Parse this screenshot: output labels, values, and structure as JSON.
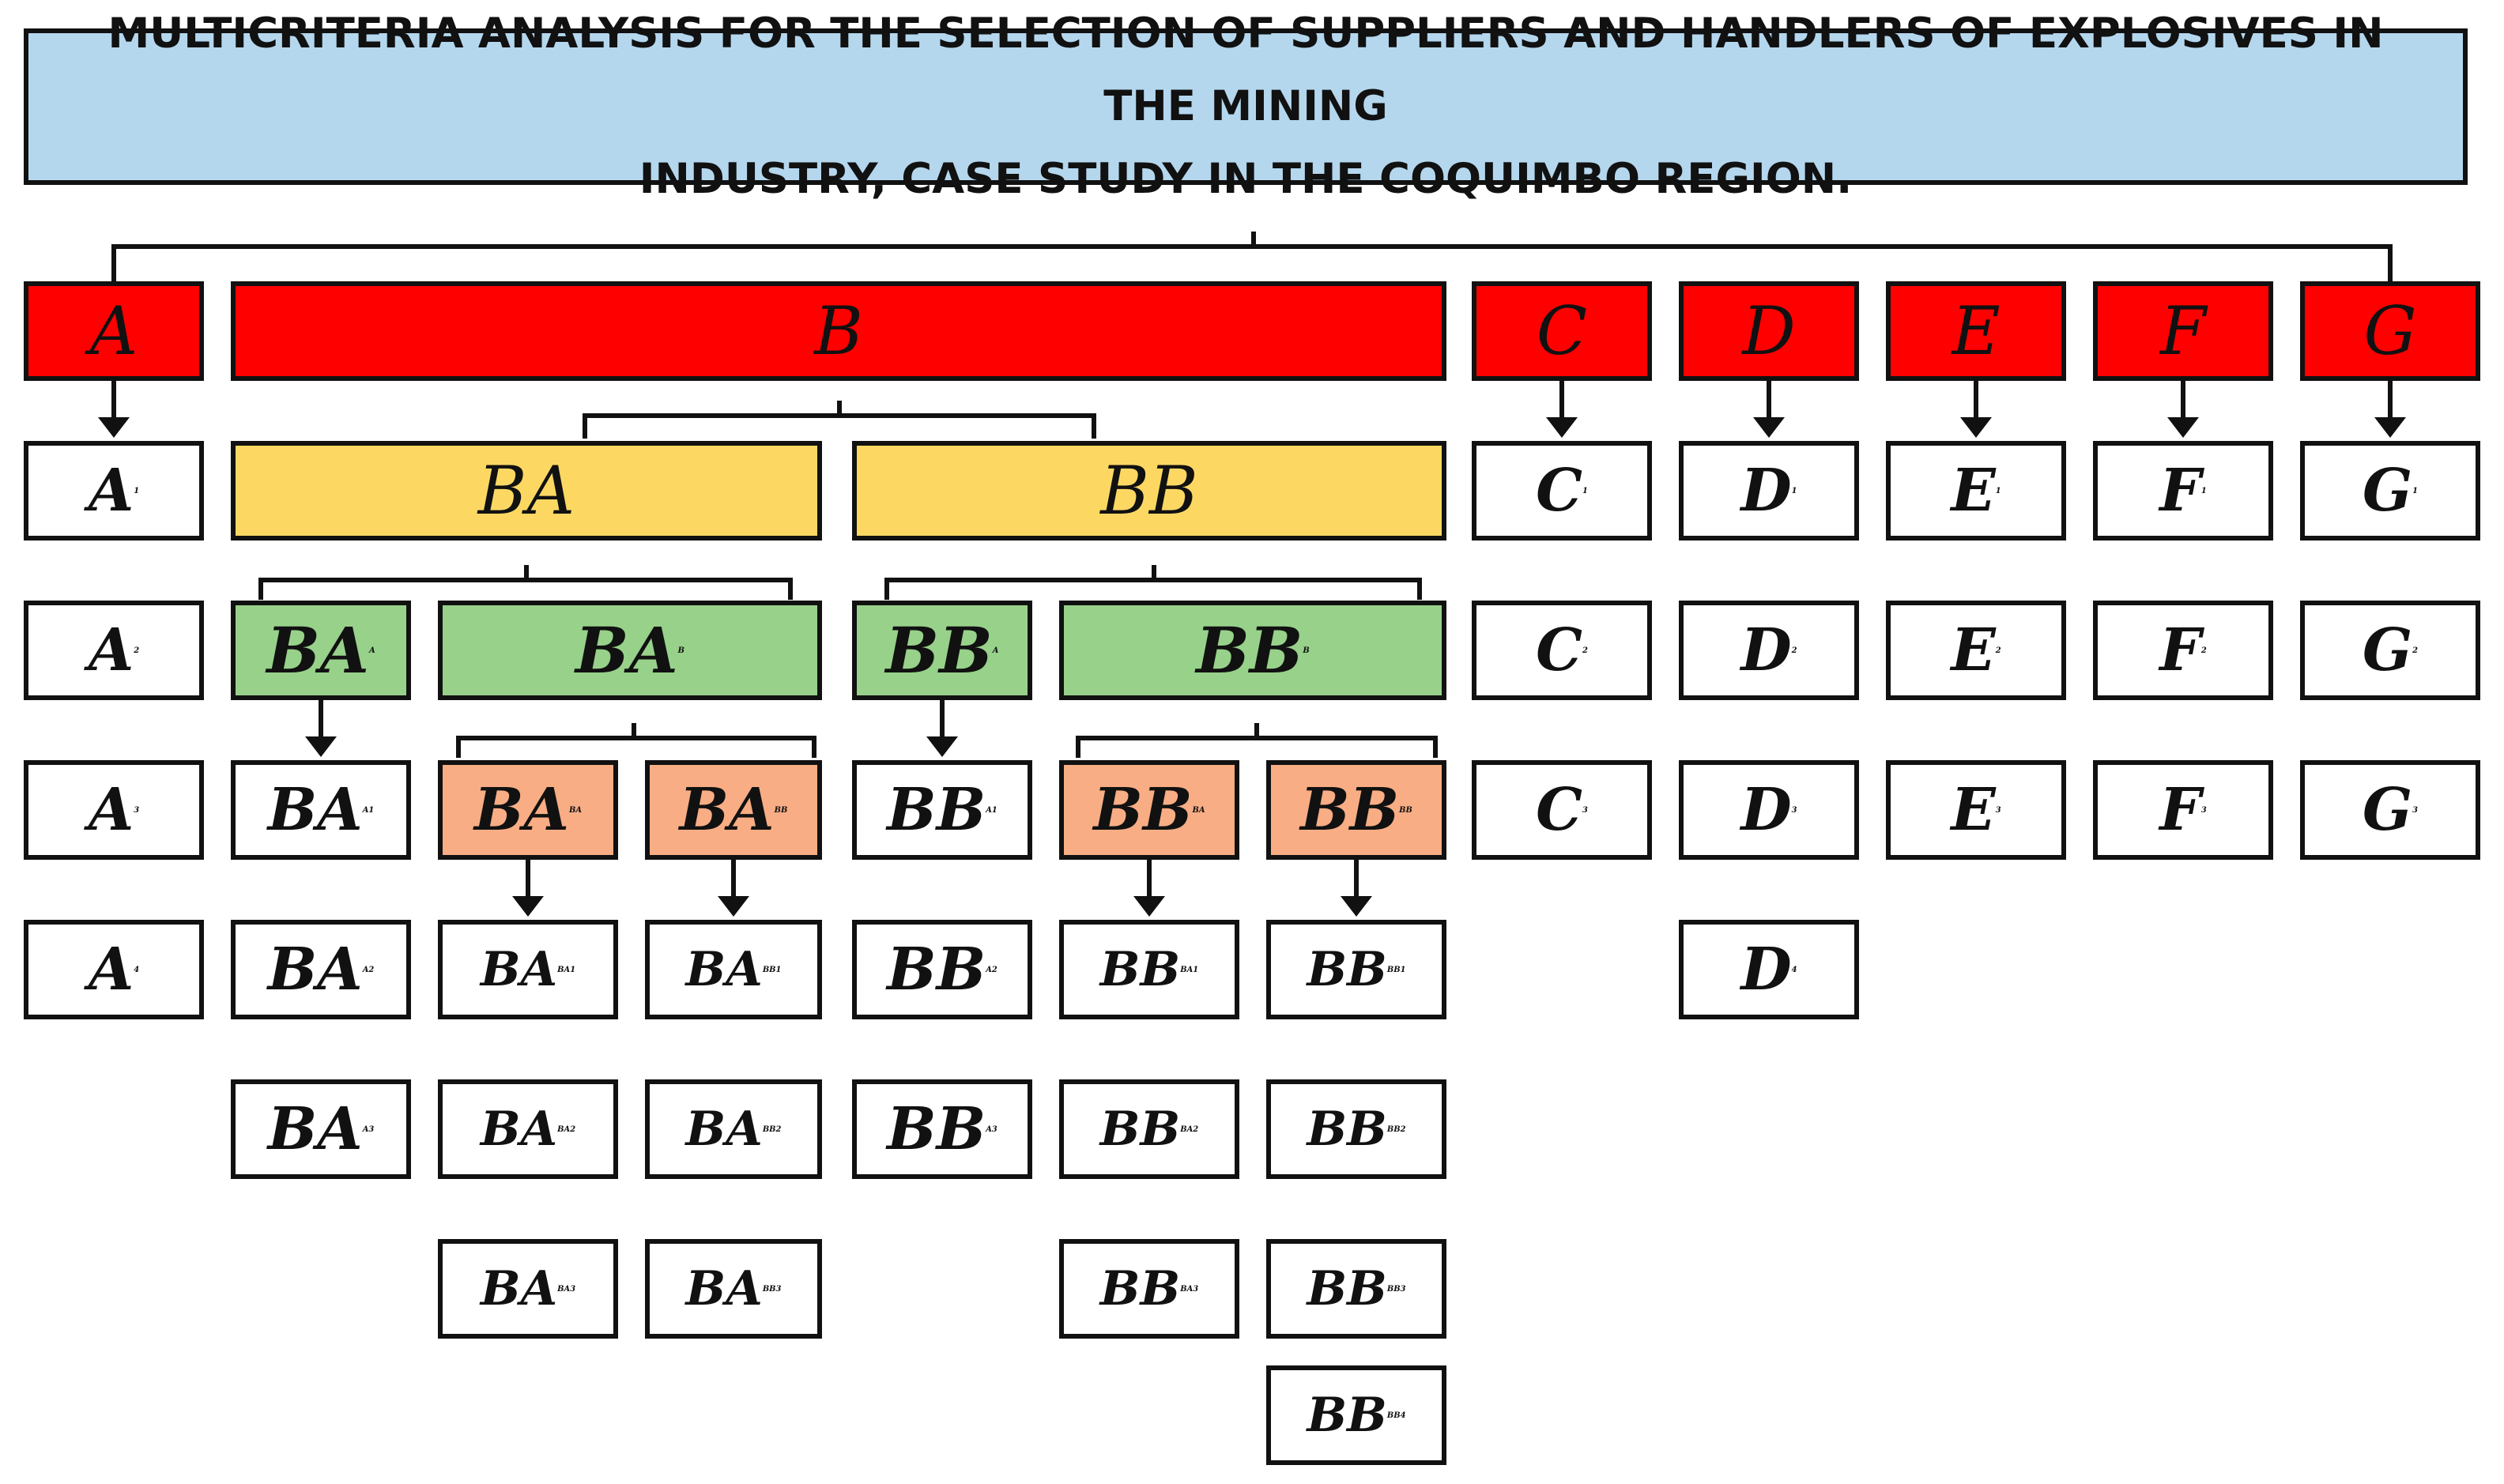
{
  "title": {
    "line1": "MULTICRITERIA ANALYSIS FOR THE SELECTION OF SUPPLIERS AND HANDLERS OF EXPLOSIVES IN THE MINING",
    "line2": "INDUSTRY, CASE STUDY IN THE COQUIMBO REGION."
  },
  "colors": {
    "title_fill": "#b4d7ee",
    "criteria_fill": "#ff0000",
    "level2_fill": "#fcd863",
    "level3_fill": "#97d18a",
    "level4_fill": "#f8ad84",
    "leaf_fill": "#ffffff"
  },
  "nodes": {
    "A": {
      "main": "A",
      "sub": ""
    },
    "B": {
      "main": "B",
      "sub": ""
    },
    "C": {
      "main": "C",
      "sub": ""
    },
    "D": {
      "main": "D",
      "sub": ""
    },
    "E": {
      "main": "E",
      "sub": ""
    },
    "F": {
      "main": "F",
      "sub": ""
    },
    "G": {
      "main": "G",
      "sub": ""
    },
    "BA": {
      "main": "BA",
      "sub": ""
    },
    "BB": {
      "main": "BB",
      "sub": ""
    },
    "BAA": {
      "main": "BA",
      "sub": "A"
    },
    "BAB": {
      "main": "BA",
      "sub": "B"
    },
    "BBA": {
      "main": "BB",
      "sub": "A"
    },
    "BBB": {
      "main": "BB",
      "sub": "B"
    },
    "BABA": {
      "main": "BA",
      "sub": "BA"
    },
    "BABB": {
      "main": "BA",
      "sub": "BB"
    },
    "BBBA": {
      "main": "BB",
      "sub": "BA"
    },
    "BBBB": {
      "main": "BB",
      "sub": "BB"
    },
    "A1": {
      "main": "A",
      "sub": "1"
    },
    "A2": {
      "main": "A",
      "sub": "2"
    },
    "A3": {
      "main": "A",
      "sub": "3"
    },
    "A4": {
      "main": "A",
      "sub": "4"
    },
    "BAA1": {
      "main": "BA",
      "sub": "A1"
    },
    "BAA2": {
      "main": "BA",
      "sub": "A2"
    },
    "BAA3": {
      "main": "BA",
      "sub": "A3"
    },
    "BABA1": {
      "main": "BA",
      "sub": "BA1"
    },
    "BABA2": {
      "main": "BA",
      "sub": "BA2"
    },
    "BABA3": {
      "main": "BA",
      "sub": "BA3"
    },
    "BABB1": {
      "main": "BA",
      "sub": "BB1"
    },
    "BABB2": {
      "main": "BA",
      "sub": "BB2"
    },
    "BABB3": {
      "main": "BA",
      "sub": "BB3"
    },
    "BBA1": {
      "main": "BB",
      "sub": "A1"
    },
    "BBA2": {
      "main": "BB",
      "sub": "A2"
    },
    "BBA3": {
      "main": "BB",
      "sub": "A3"
    },
    "BBBA1": {
      "main": "BB",
      "sub": "BA1"
    },
    "BBBA2": {
      "main": "BB",
      "sub": "BA2"
    },
    "BBBA3": {
      "main": "BB",
      "sub": "BA3"
    },
    "BBBB1": {
      "main": "BB",
      "sub": "BB1"
    },
    "BBBB2": {
      "main": "BB",
      "sub": "BB2"
    },
    "BBBB3": {
      "main": "BB",
      "sub": "BB3"
    },
    "BBBB4": {
      "main": "BB",
      "sub": "BB4"
    },
    "C1": {
      "main": "C",
      "sub": "1"
    },
    "C2": {
      "main": "C",
      "sub": "2"
    },
    "C3": {
      "main": "C",
      "sub": "3"
    },
    "D1": {
      "main": "D",
      "sub": "1"
    },
    "D2": {
      "main": "D",
      "sub": "2"
    },
    "D3": {
      "main": "D",
      "sub": "3"
    },
    "D4": {
      "main": "D",
      "sub": "4"
    },
    "E1": {
      "main": "E",
      "sub": "1"
    },
    "E2": {
      "main": "E",
      "sub": "2"
    },
    "E3": {
      "main": "E",
      "sub": "3"
    },
    "F1": {
      "main": "F",
      "sub": "1"
    },
    "F2": {
      "main": "F",
      "sub": "2"
    },
    "F3": {
      "main": "F",
      "sub": "3"
    },
    "G1": {
      "main": "G",
      "sub": "1"
    },
    "G2": {
      "main": "G",
      "sub": "2"
    },
    "G3": {
      "main": "G",
      "sub": "3"
    }
  }
}
